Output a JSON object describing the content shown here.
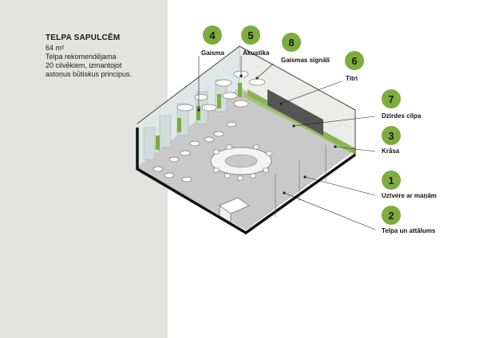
{
  "info": {
    "title": "TELPA SAPULCĒM",
    "area": "64 m²",
    "line1": "Telpa rekomendējama",
    "line2": "20 cilvēkiem, izmantojot",
    "line3": "astoņus būtiskus principus."
  },
  "colors": {
    "accent": "#7cad3e",
    "floor": "#c9c9c9",
    "wall_dark": "#111111",
    "panel_bg": "#e3e3e0"
  },
  "callouts": [
    {
      "num": "4",
      "label": "Gaisma"
    },
    {
      "num": "5",
      "label": "Akustika"
    },
    {
      "num": "8",
      "label": "Gaismas signāli"
    },
    {
      "num": "6",
      "label": "Titri"
    },
    {
      "num": "7",
      "label": "Dzirdes cilpa"
    },
    {
      "num": "3",
      "label": "Krāsa"
    },
    {
      "num": "1",
      "label": "Uztvere ar maņām"
    },
    {
      "num": "2",
      "label": "Telpa un attālums"
    }
  ]
}
